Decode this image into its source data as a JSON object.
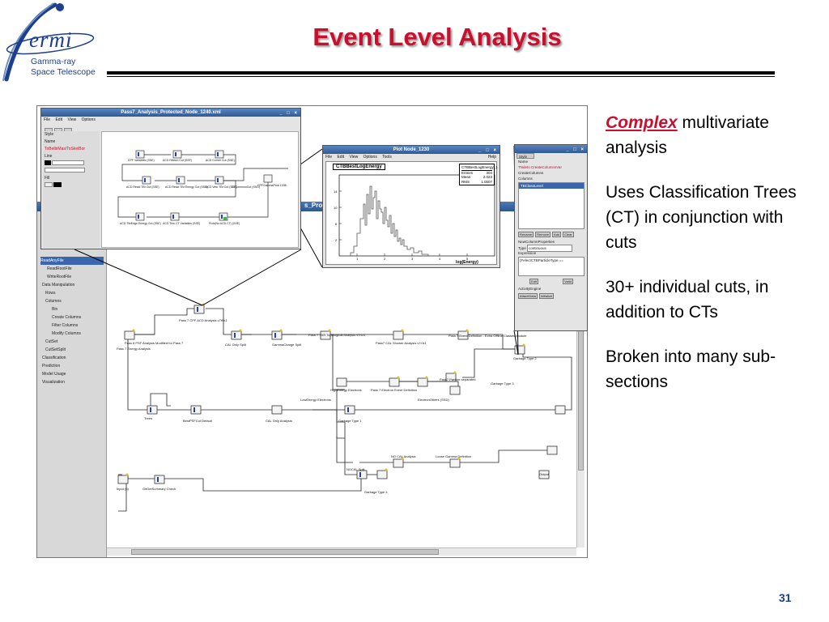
{
  "logo": {
    "word": "ermi",
    "line1": "Gamma-ray",
    "line2": "Space Telescope",
    "icon": "fermi-swoosh-logo",
    "color": "#1c3f8f"
  },
  "slide": {
    "title": "Event Level Analysis",
    "title_color": "#c8102e",
    "page_number": "31"
  },
  "bullets": {
    "b1_em": "Complex",
    "b1_rest": " multivariate analysis",
    "b2": "Uses Classification Trees (CT) in conjunction with cuts",
    "b3": "30+ individual cuts, in addition to CTs",
    "b4": "Broken into many sub-sections"
  },
  "screenshot": {
    "main_window_title": "s_Protec",
    "tree_items": [
      "ReadRootFile",
      "WriteRootFile",
      "Data Manipulation",
      "Rows",
      "Columns",
      "Bin",
      "Create Columns",
      "Filter Columns",
      "Modify Columns",
      "CutSet",
      "CutSetSplit",
      "Classification",
      "Prediction",
      "Model Usage",
      "Visualization"
    ],
    "nodes": {
      "n1": "Pass 7 CPF ACD Analysis v7rNr1",
      "n2": "Pass 6 PSF Analysis Modified for Pass 7",
      "n3": "Pass 7 Energy Analysis",
      "n4": "CAL Only Split",
      "n5": "GammaCharge Split",
      "n6": "Pass 7 TKR Topological Analysis v7r1t1",
      "n7": "Pass7 CAL Shower Analysis v7r1t1",
      "n8": "Pass 7 Event Definition - Extra Offline Classes Module",
      "n9": "Garbage Type 2",
      "n10": "HighEnergy Electrons",
      "n11": "Pass 7 Electron Event Definition",
      "n12": "Pass7 Particle separated",
      "n13": "Garbage Type 3",
      "n14": "LowEnergy Electrons",
      "n15": "ElectronOthers (SSD)",
      "n16": "Trees",
      "n17": "BestPSFCut Default",
      "n18": "CAL Only Analysis",
      "n19": "Garbage Type 1",
      "n20": "NO CAL Analysis",
      "n21": "Loose Gamma Definition",
      "n22": "NOCAL Split",
      "n23": "Input (5)",
      "n24": "GltGetSummary Check",
      "n25": "Garbage Type 4",
      "n26": "Output"
    },
    "xml_window": {
      "title": "Pass7_Analysis_Protected_Node_1240.xml",
      "menu": [
        "File",
        "Edit",
        "View",
        "Options"
      ],
      "side": [
        "Style",
        "Name",
        "ToBelbiMas/ToSkelBor",
        "Line",
        "Fill"
      ],
      "nodes": [
        "CPF Variables (SSE)",
        "ACD Ribbon Cut (SSF)",
        "ACD Corner Cut (SSE)",
        "ACD Resid TBr Cut (SSE)",
        "ACD Resid TBr Energy Cut (SSE)",
        "ACD Veto TBr Cut (SSE)",
        "CTCommonCut (SSG)",
        "CPFGammaProb 1008",
        "ACD TileEdge Energy Cut (SSE)",
        "ACD Thin CT Variables (SSE)",
        "Prob(No ACD CT) (SSE)"
      ]
    },
    "plot_window": {
      "title": "Plot Node_1230",
      "menu": [
        "File",
        "Edit",
        "View",
        "Options",
        "Tools",
        "Help"
      ],
      "hist_title": "CTBBestLogEnergy",
      "stats_header": "CTBBestLogEnergy_1",
      "stats": [
        {
          "k": "Entries",
          "v": "304"
        },
        {
          "k": "Mean",
          "v": "2.023"
        },
        {
          "k": "RMS",
          "v": "1.0507"
        }
      ],
      "xlabel": "log(Energy)"
    },
    "props_window": {
      "title_tab": "Style",
      "name_label": "Name",
      "name_value": "TNdeto CreateColumnsVar",
      "create_columns": "CreateColumns",
      "columns_label": "Columns",
      "selected_column": "TBClassLevel",
      "buttons": [
        "Rename",
        "Remove",
        "Add",
        "Clear"
      ],
      "new_col_props": "NewColumnProperties",
      "type_label": "Type",
      "type_value": "continuous",
      "expression_label": "Expression",
      "expression_value": "(FelectCTBParticleType ==",
      "edit_btn": "Edit",
      "valid_btn": "Valid",
      "engine_label": "ActivityEngine",
      "attach_btn": "AttachData",
      "initialize_btn": "Initialize"
    }
  }
}
